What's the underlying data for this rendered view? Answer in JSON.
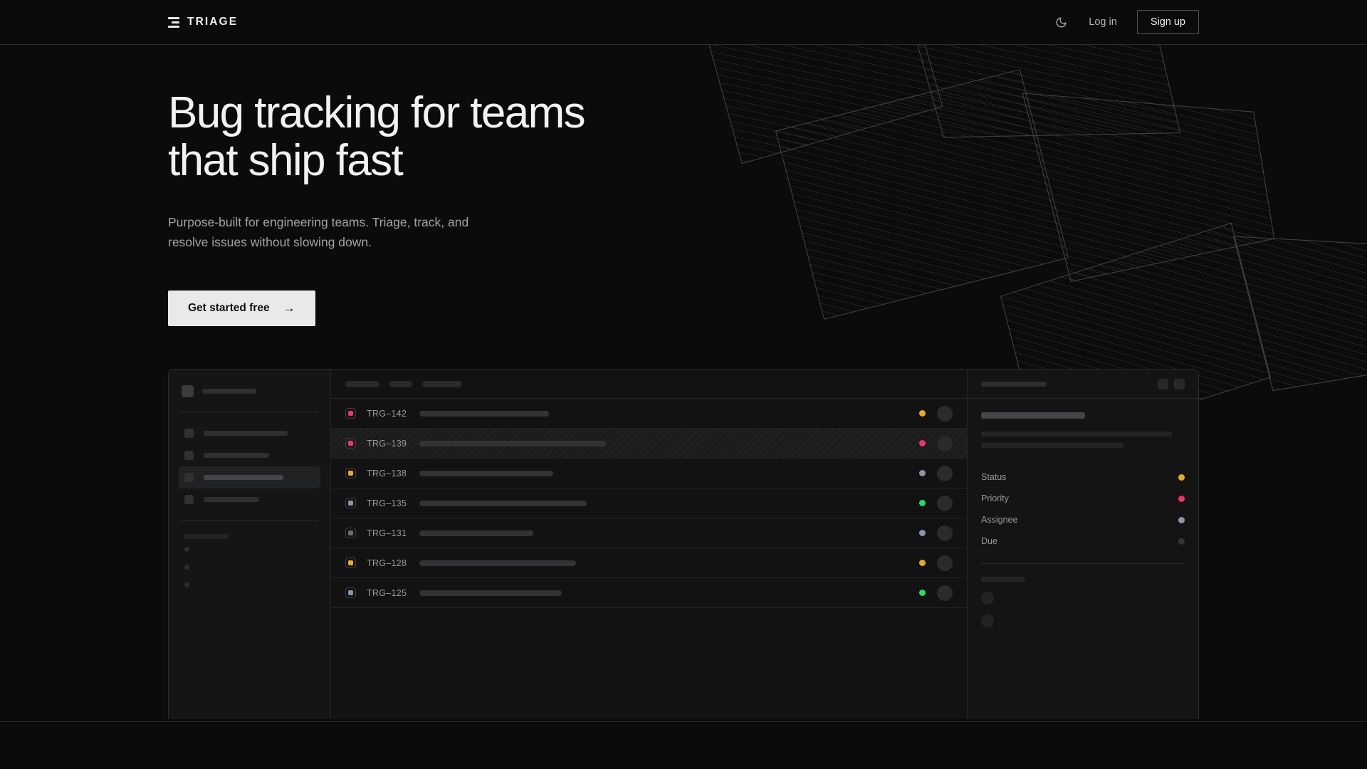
{
  "header": {
    "brand": "TRIAGE",
    "brand_icon": "triage-bars-logo",
    "theme_toggle_icon": "moon-icon",
    "login_label": "Log in",
    "signup_label": "Sign up"
  },
  "hero": {
    "heading": "Bug tracking for teams\nthat ship fast",
    "subheading": "Purpose-built for engineering teams. Triage, track, and\nresolve issues without slowing down.",
    "cta_label": "Get started free",
    "cta_arrow": "→"
  },
  "colors": {
    "page_bg": "#0b0b0c",
    "border": "#2b2c2e",
    "text_primary": "#f2f2f3",
    "text_muted": "#a2a3a6",
    "cta_bg": "#e9e9ea",
    "status_amber": "#f0a81e",
    "status_pink": "#f0336b",
    "status_blue_gray": "#8b96a8",
    "status_green": "#22dd66",
    "status_gray": "#6b6c70",
    "status_dim": "#34353a"
  },
  "mockup": {
    "sidebar": {
      "nav_items": [
        {
          "name": "nav-item-1",
          "active": false,
          "width": 118
        },
        {
          "name": "nav-item-2",
          "active": false,
          "width": 92
        },
        {
          "name": "nav-item-3",
          "active": true,
          "width": 112
        },
        {
          "name": "nav-item-4",
          "active": false,
          "width": 78
        }
      ],
      "section_label_width": 62,
      "sub_items": 3
    },
    "toolbar_pills": [
      48,
      32,
      56
    ],
    "list_columns": [
      "status",
      "id",
      "title",
      "priority",
      "assignee"
    ],
    "rows": [
      {
        "id": "TRG–142",
        "status_color": "#f0336b",
        "title_width": 182,
        "dot_color": "#f0a81e",
        "selected": false
      },
      {
        "id": "TRG–139",
        "status_color": "#f0336b",
        "title_width": 262,
        "dot_color": "#f0336b",
        "selected": true
      },
      {
        "id": "TRG–138",
        "status_color": "#f0a81e",
        "title_width": 188,
        "dot_color": "#8b96a8",
        "selected": false
      },
      {
        "id": "TRG–135",
        "status_color": "#8b96a8",
        "title_width": 235,
        "dot_color": "#22dd66",
        "selected": false
      },
      {
        "id": "TRG–131",
        "status_color": "#6b6c70",
        "title_width": 160,
        "dot_color": "#8b96a8",
        "selected": false
      },
      {
        "id": "TRG–128",
        "status_color": "#f0a81e",
        "title_width": 220,
        "dot_color": "#f0a81e",
        "selected": false
      },
      {
        "id": "TRG–125",
        "status_color": "#8b96a8",
        "title_width": 200,
        "dot_color": "#22dd66",
        "selected": false
      }
    ],
    "detail": {
      "header_pill_width": 92,
      "action_buttons": [
        "detail-action-1",
        "detail-action-2"
      ],
      "title_skeleton_width": 146,
      "body_line_widths": [
        268,
        200
      ],
      "fields": [
        {
          "label": "Status",
          "value_color": "#f0a81e"
        },
        {
          "label": "Priority",
          "value_color": "#f0336b"
        },
        {
          "label": "Assignee",
          "value_color": "#8b96a8"
        },
        {
          "label": "Due",
          "value_color": "#34353a"
        }
      ],
      "comments_label_width": 62,
      "comment_avatars": 2
    }
  }
}
